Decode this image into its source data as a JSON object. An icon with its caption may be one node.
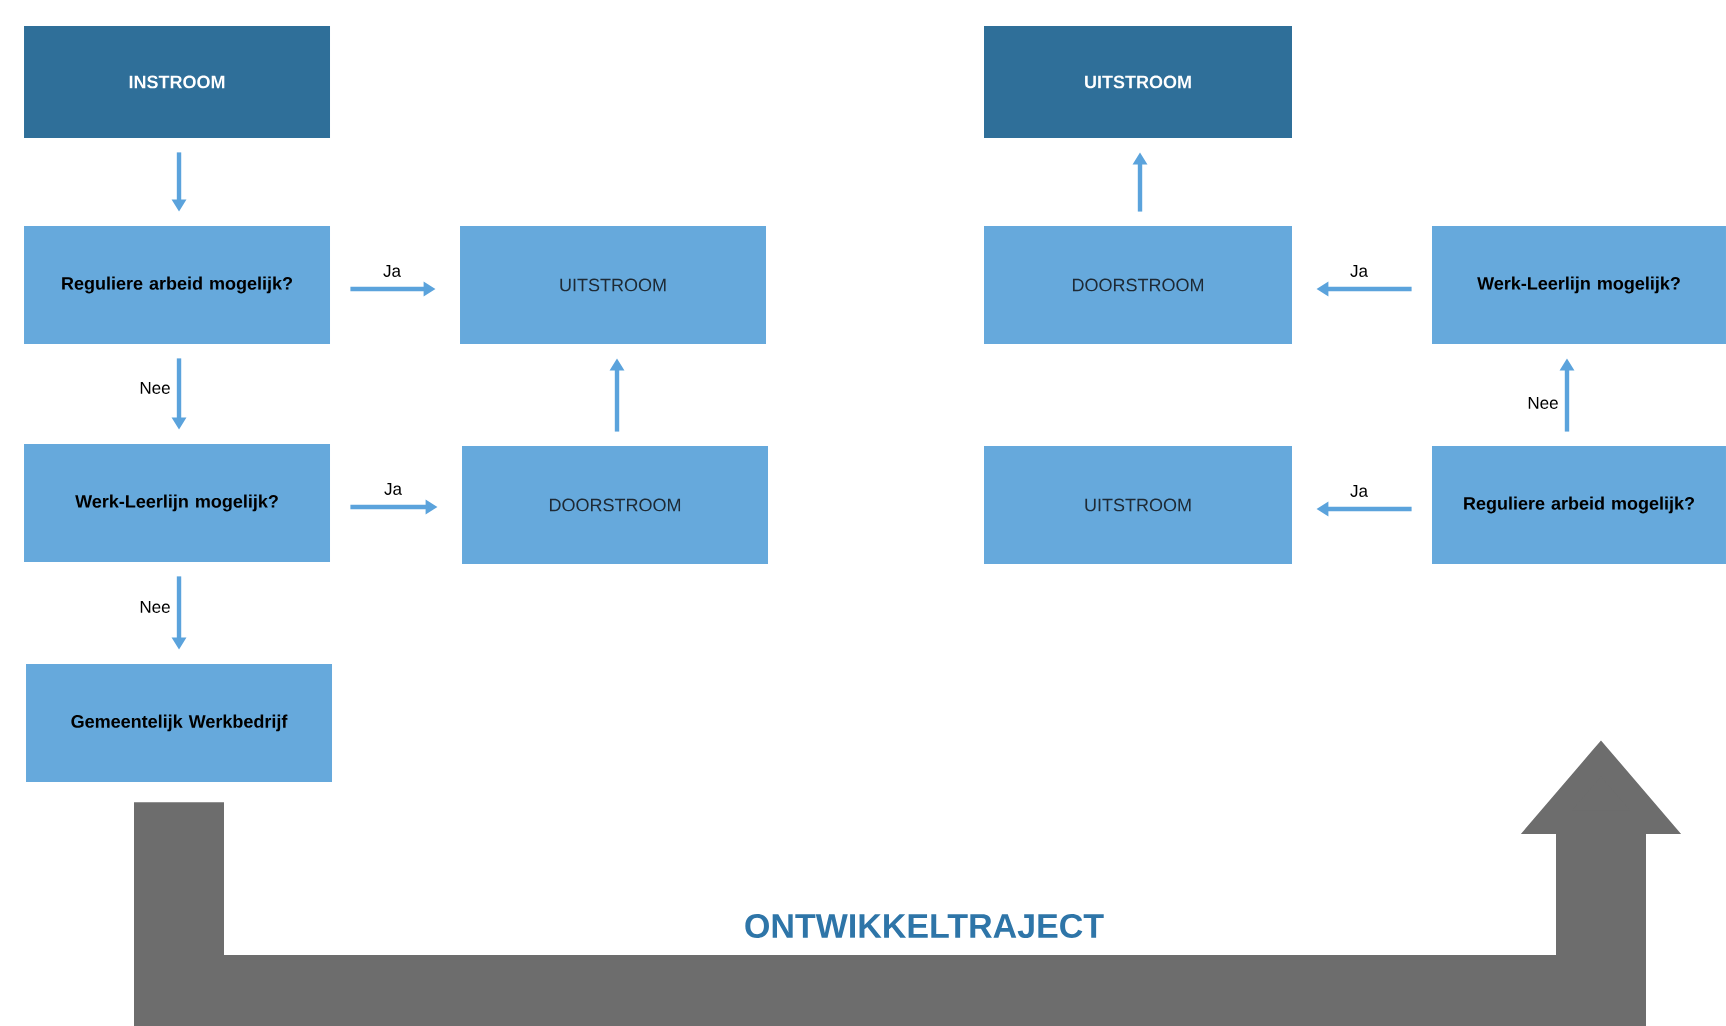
{
  "diagram": {
    "nodes": [
      {
        "text": [
          "INSTROOM"
        ]
      },
      {
        "text": [
          "Reguliere arbeid mogelijk?"
        ]
      },
      {
        "text": [
          "UITSTROOM"
        ]
      },
      {
        "text": [
          "Werk-Leerlijn mogelijk?"
        ]
      },
      {
        "text": [
          "DOORSTROOM"
        ]
      },
      {
        "text": [
          "Gemeentelijk Werkbedrijf"
        ]
      },
      {
        "text": [
          "UITSTROOM"
        ]
      },
      {
        "text": [
          "DOORSTROOM"
        ]
      },
      {
        "text": [
          "Werk-Leerlijn mogelijk?"
        ]
      },
      {
        "text": [
          "UITSTROOM"
        ]
      },
      {
        "text": [
          "Reguliere arbeid mogelijk?"
        ]
      }
    ],
    "edges": [
      {
        "from": 0,
        "to": 1,
        "arrow": "to"
      },
      {
        "from": 1,
        "to": 2,
        "arrow": "to",
        "label": "Ja"
      },
      {
        "from": 1,
        "to": 3,
        "arrow": "to",
        "label": "Nee"
      },
      {
        "from": 3,
        "to": 4,
        "arrow": "to",
        "label": "Ja"
      },
      {
        "from": 3,
        "to": 5,
        "arrow": "to",
        "label": "Nee"
      },
      {
        "from": 4,
        "to": 2,
        "arrow": "to"
      },
      {
        "from": 7,
        "to": 6,
        "arrow": "to"
      },
      {
        "from": 8,
        "to": 7,
        "arrow": "to",
        "label": "Ja"
      },
      {
        "from": 10,
        "to": 8,
        "arrow": "to",
        "label": "Nee"
      },
      {
        "from": 10,
        "to": 9,
        "arrow": "to",
        "label": "Ja"
      },
      {
        "from": 5,
        "to": null,
        "arrow": "to",
        "label": "ONTWIKKELTRAJECT",
        "style": "thick",
        "color": "#6d6d6d"
      }
    ]
  }
}
